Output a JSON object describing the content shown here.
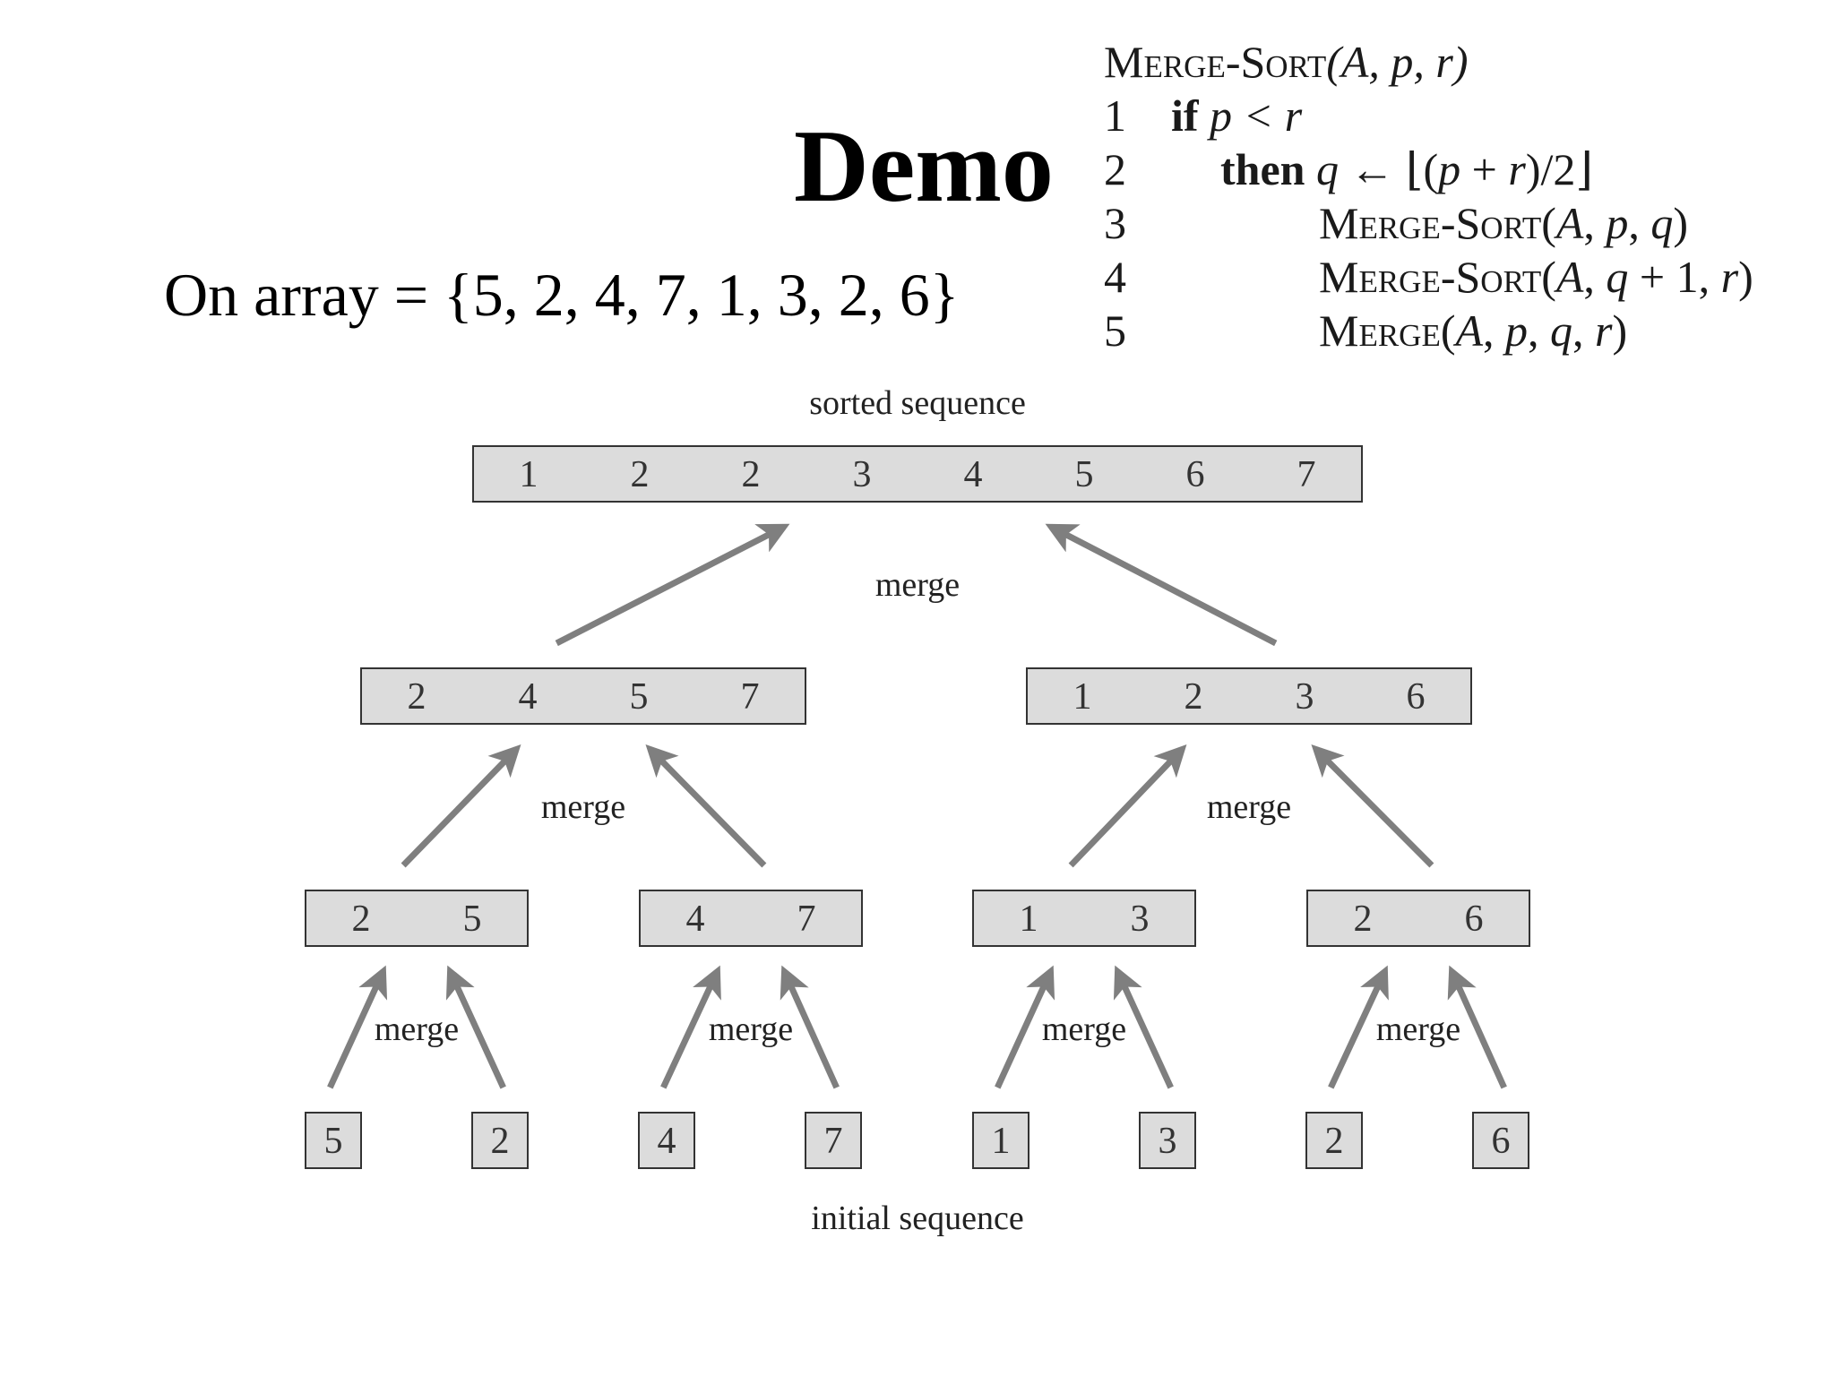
{
  "title": "Demo",
  "array_label": "On array = {5, 2, 4, 7, 1, 3, 2, 6}",
  "pseudocode": {
    "header": {
      "name": "Merge-Sort",
      "args": "(A, p, r)"
    },
    "lines": [
      {
        "num": "1",
        "indent": 1,
        "parts": [
          {
            "t": "if",
            "k": "kw"
          },
          {
            "t": " p < r",
            "k": "it"
          }
        ]
      },
      {
        "num": "2",
        "indent": 2,
        "parts": [
          {
            "t": "then",
            "k": "kw"
          },
          {
            "t": " q",
            "k": "it"
          },
          {
            "t": " ← ⌊(",
            "k": ""
          },
          {
            "t": "p",
            "k": "it"
          },
          {
            "t": " + ",
            "k": ""
          },
          {
            "t": "r",
            "k": "it"
          },
          {
            "t": ")/2⌋",
            "k": ""
          }
        ]
      },
      {
        "num": "3",
        "indent": 3,
        "parts": [
          {
            "t": "Merge-Sort",
            "k": "sc"
          },
          {
            "t": "(",
            "k": ""
          },
          {
            "t": "A",
            "k": "it"
          },
          {
            "t": ", ",
            "k": ""
          },
          {
            "t": "p",
            "k": "it"
          },
          {
            "t": ", ",
            "k": ""
          },
          {
            "t": "q",
            "k": "it"
          },
          {
            "t": ")",
            "k": ""
          }
        ]
      },
      {
        "num": "4",
        "indent": 3,
        "parts": [
          {
            "t": "Merge-Sort",
            "k": "sc"
          },
          {
            "t": "(",
            "k": ""
          },
          {
            "t": "A",
            "k": "it"
          },
          {
            "t": ", ",
            "k": ""
          },
          {
            "t": "q",
            "k": "it"
          },
          {
            "t": " + 1, ",
            "k": ""
          },
          {
            "t": "r",
            "k": "it"
          },
          {
            "t": ")",
            "k": ""
          }
        ]
      },
      {
        "num": "5",
        "indent": 3,
        "parts": [
          {
            "t": "Merge",
            "k": "sc"
          },
          {
            "t": "(",
            "k": ""
          },
          {
            "t": "A",
            "k": "it"
          },
          {
            "t": ", ",
            "k": ""
          },
          {
            "t": "p",
            "k": "it"
          },
          {
            "t": ", ",
            "k": ""
          },
          {
            "t": "q",
            "k": "it"
          },
          {
            "t": ", ",
            "k": ""
          },
          {
            "t": "r",
            "k": "it"
          },
          {
            "t": ")",
            "k": ""
          }
        ]
      }
    ]
  },
  "diagram": {
    "top_label": "sorted sequence",
    "bottom_label": "initial sequence",
    "merge_label": "merge",
    "levels": [
      [
        [
          1,
          2,
          2,
          3,
          4,
          5,
          6,
          7
        ]
      ],
      [
        [
          2,
          4,
          5,
          7
        ],
        [
          1,
          2,
          3,
          6
        ]
      ],
      [
        [
          2,
          5
        ],
        [
          4,
          7
        ],
        [
          1,
          3
        ],
        [
          2,
          6
        ]
      ],
      [
        [
          5
        ],
        [
          2
        ],
        [
          4
        ],
        [
          7
        ],
        [
          1
        ],
        [
          3
        ],
        [
          2
        ],
        [
          6
        ]
      ]
    ],
    "colors": {
      "box_fill": "#dcdcdc",
      "box_stroke": "#333333",
      "arrow": "#7f7f7f"
    }
  }
}
